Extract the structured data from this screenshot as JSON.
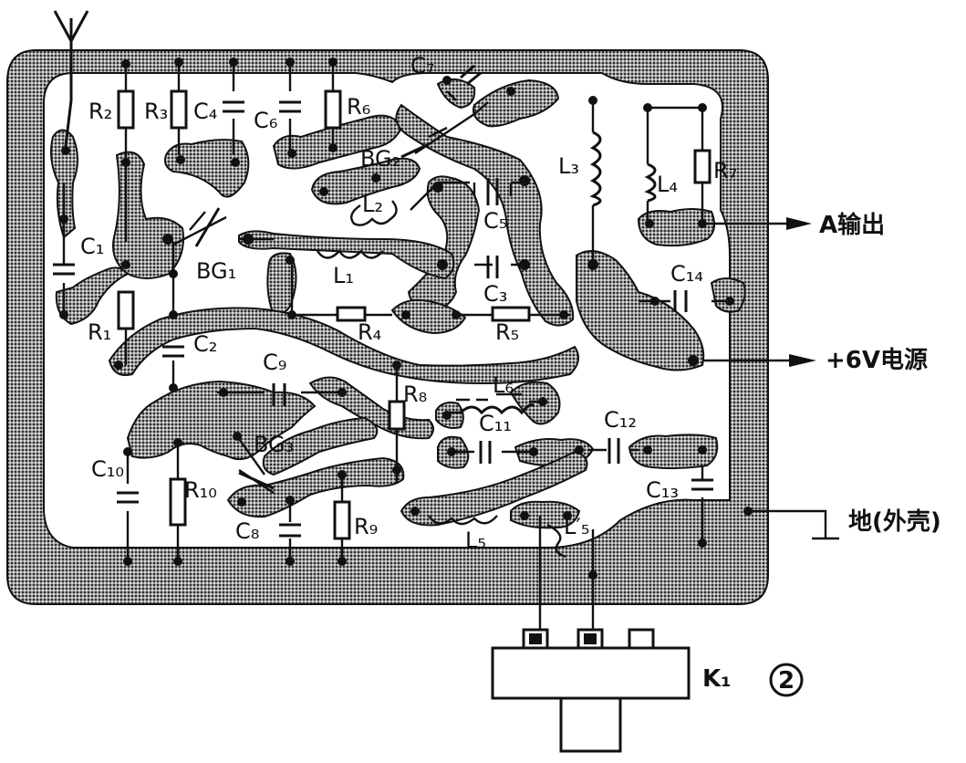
{
  "labels": {
    "R2": "R₂",
    "R3": "R₃",
    "C4": "C₄",
    "C6": "C₆",
    "R6": "R₆",
    "C7": "C₇",
    "L3": "L₃",
    "L4": "L₄",
    "R7": "R₇",
    "BG2": "BG₂",
    "L2": "L₂",
    "C5": "C₅",
    "C1": "C₁",
    "BG1": "BG₁",
    "L1": "L₁",
    "C3": "C₃",
    "C14": "C₁₄",
    "R1": "R₁",
    "R4": "R₄",
    "R5": "R₅",
    "C2": "C₂",
    "C9": "C₉",
    "R8": "R₈",
    "L6": "L₆",
    "C11": "C₁₁",
    "C12": "C₁₂",
    "C10": "C₁₀",
    "R10": "R₁₀",
    "BG3": "BG₃",
    "C13": "C₁₃",
    "C8": "C₈",
    "R9": "R₉",
    "L5": "L₅",
    "L5p": "L′₅",
    "K1": "K₁"
  },
  "outputs": {
    "a_out": "A输出",
    "power": "+6V电源",
    "ground": "地(外壳)"
  },
  "figure_number": "2"
}
